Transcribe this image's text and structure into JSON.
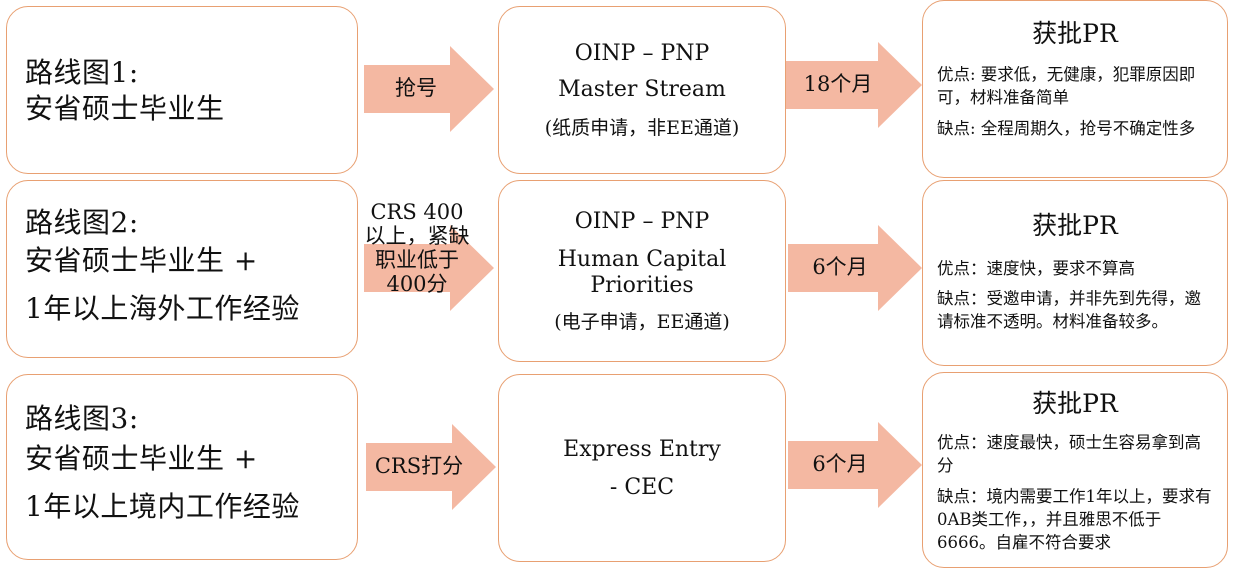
{
  "colors": {
    "border": "#e8a072",
    "arrow": "#f4b8a2",
    "text": "#111111",
    "background": "#ffffff"
  },
  "routes": [
    {
      "line1": "路线图1:",
      "line2": "安省硕士毕业生",
      "line3": "",
      "arrow1_label": "抢号",
      "program_line1": "OINP – PNP",
      "program_line2": "Master Stream",
      "program_note": "(纸质申请，非EE通道)",
      "arrow2_label": "18个月",
      "result_title": "获批PR",
      "pros": "优点:  要求低，无健康，犯罪原因即可，材料准备简单",
      "cons": "缺点:  全程周期久，抢号不确定性多"
    },
    {
      "line1": "路线图2:",
      "line2": "安省硕士毕业生  +",
      "line3": "1年以上海外工作经验",
      "arrow1_label": "CRS 400以上，紧缺职业低于400分",
      "program_line1": "OINP – PNP",
      "program_line2": "Human Capital",
      "program_line3": "Priorities",
      "program_note": "(电子申请，EE通道)",
      "arrow2_label": "6个月",
      "result_title": "获批PR",
      "pros": "优点：速度快，要求不算高",
      "cons": "缺点：受邀申请，并非先到先得，邀请标准不透明。材料准备较多。"
    },
    {
      "line1": "路线图3:",
      "line2": "安省硕士毕业生 +",
      "line3": "1年以上境内工作经验",
      "arrow1_label": "CRS打分",
      "program_line1": "Express Entry",
      "program_line2": "- CEC",
      "arrow2_label": "6个月",
      "result_title": "获批PR",
      "pros": "优点：速度最快，硕士生容易拿到高分",
      "cons": "缺点：境内需要工作1年以上，要求有0AB类工作，，并且雅思不低于6666。自雇不符合要求"
    }
  ]
}
